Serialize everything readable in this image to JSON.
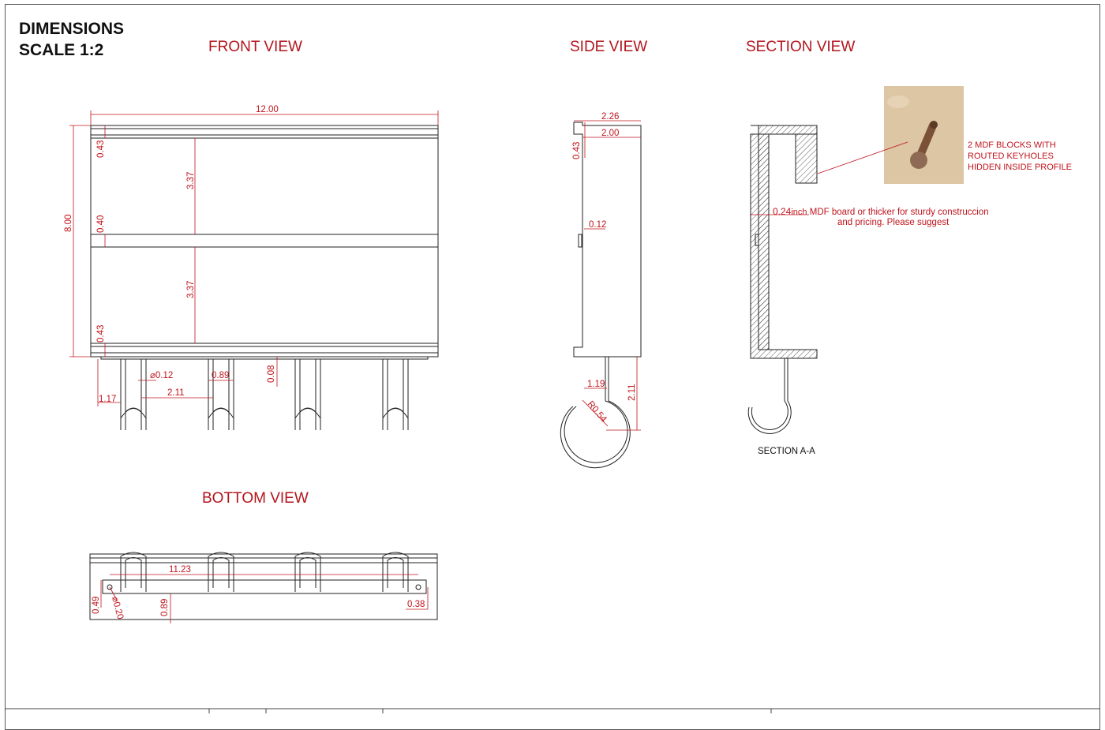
{
  "title": {
    "line1": "DIMENSIONS",
    "line2": "SCALE 1:2"
  },
  "views": {
    "front": "FRONT VIEW",
    "side": "SIDE VIEW",
    "section": "SECTION VIEW",
    "bottom": "BOTTOM VIEW"
  },
  "section_label": "SECTION A-A",
  "notes": {
    "mdf_blocks": [
      "2 MDF BLOCKS WITH",
      "ROUTED KEYHOLES",
      "HIDDEN INSIDE PROFILE"
    ],
    "mdf_thickness_value": "0.24",
    "mdf_thickness_unit": "inch",
    "mdf_board_line1": "MDF board or thicker for sturdy construccion",
    "mdf_board_line2": "and pricing. Please suggest"
  },
  "dimensions": {
    "front": {
      "width": "12.00",
      "height": "8.00",
      "top_rail": "0.43",
      "mid_rail": "0.40",
      "bottom_rail": "0.43",
      "panel_upper": "3.37",
      "panel_lower": "3.37",
      "hook_dia": "⌀0.12",
      "hook_width": "0.89",
      "hook_gap": "0.08",
      "hook_spacing": "2.11",
      "hook_offset": "1.17"
    },
    "side": {
      "depth_outer": "2.26",
      "depth_inner": "2.00",
      "lip": "0.43",
      "thickness": "0.12",
      "hook_reach": "1.19",
      "hook_radius": "R0.54",
      "hook_drop": "2.11"
    },
    "bottom": {
      "hole_spacing": "11.23",
      "depth": "0.49",
      "hole_dia": "⌀0.20",
      "inner_depth": "0.89",
      "hole_edge": "0.38"
    }
  },
  "colors": {
    "accent": "#c0141c",
    "line": "#222222"
  }
}
